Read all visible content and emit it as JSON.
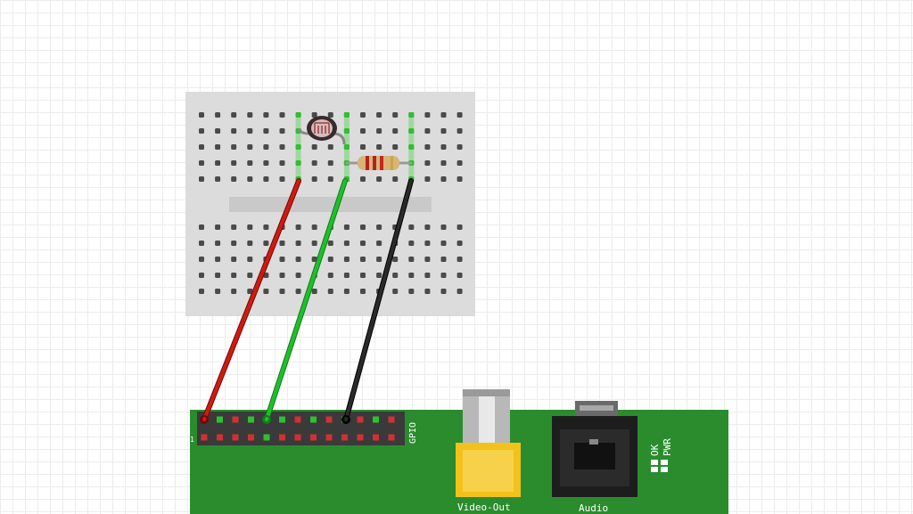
{
  "labels": {
    "pin_one": "1",
    "gpio": "GPIO",
    "video_out": "Video-Out",
    "audio": "Audio",
    "ok": "OK",
    "pwr": "PWR"
  },
  "wires": [
    {
      "name": "red-wire",
      "color": "#d11a10"
    },
    {
      "name": "green-wire",
      "color": "#1fbf2b"
    },
    {
      "name": "black-wire",
      "color": "#222222"
    }
  ],
  "colors": {
    "pcb": "#2b8c2e",
    "breadboard": "#dcdcdc",
    "header": "#3a3a3a",
    "pin_green": "#2fbf2f",
    "pin_red": "#d33030",
    "rca_yellow": "#f2c21b",
    "resistor_body": "#d8b477"
  }
}
